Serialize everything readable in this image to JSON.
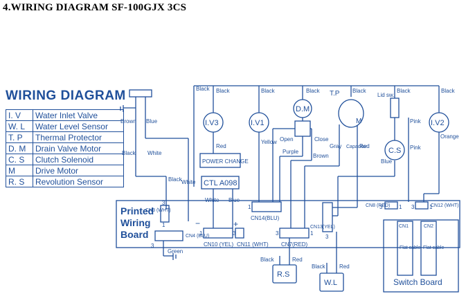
{
  "title": "4.WIRING DIAGRAM SF-100GJX 3CS",
  "heading": "WIRING DIAGRAM",
  "legend": [
    {
      "code": "I. V",
      "desc": "Water Inlet Valve"
    },
    {
      "code": "W. L",
      "desc": "Water Level Sensor"
    },
    {
      "code": "T. P",
      "desc": "Thermal Protector"
    },
    {
      "code": "D. M",
      "desc": "Drain Valve Motor"
    },
    {
      "code": "C. S",
      "desc": "Clutch Solenoid"
    },
    {
      "code": "M",
      "desc": "Drive Motor"
    },
    {
      "code": "R. S",
      "desc": "Revolution Sensor"
    }
  ],
  "components": {
    "iv3": "I.V3",
    "iv1": "I.V1",
    "dm": "D.M",
    "tp": "T.P",
    "m": "M",
    "cs": "C.S",
    "iv2": "I.V2",
    "rs": "R.S",
    "wl": "W.L",
    "switch_board": "Switch Board",
    "lid_sw": "Lid sw.",
    "capacitor": "Capacitor",
    "power_change": "POWER CHANGE",
    "ctl": "CTL A098",
    "board_line1": "Printed",
    "board_line2": "Wiring",
    "board_line3": "Board"
  },
  "connectors": {
    "cn3": "CN3 (WHT)",
    "cn4": "CN4 (BLU)",
    "cn10": "CN10 (YEL)",
    "cn11": "CN11 (WHT)",
    "cn14": "CN14(BLU)",
    "cn7": "CN7(RED)",
    "cn13": "CN13(YEL)",
    "cn8": "CN8 (RED)",
    "cn12": "CN12 (WHT)",
    "cn1": "CN1",
    "cn2": "CN2",
    "flat_cable": "Flat cable"
  },
  "wires": {
    "black": "Black",
    "brown": "Brown",
    "blue": "Blue",
    "white": "White",
    "red": "Red",
    "yellow": "Yellow",
    "purple": "Purple",
    "gray": "Gray",
    "orange": "Orange",
    "pink": "Pink",
    "green": "Green",
    "open": "Open",
    "close": "Close"
  },
  "pins": {
    "one": "1",
    "three": "3"
  },
  "symbols": {
    "minus": "−",
    "plus": "+"
  },
  "colors": {
    "ink": "#1f4f9a",
    "title": "#000000"
  }
}
